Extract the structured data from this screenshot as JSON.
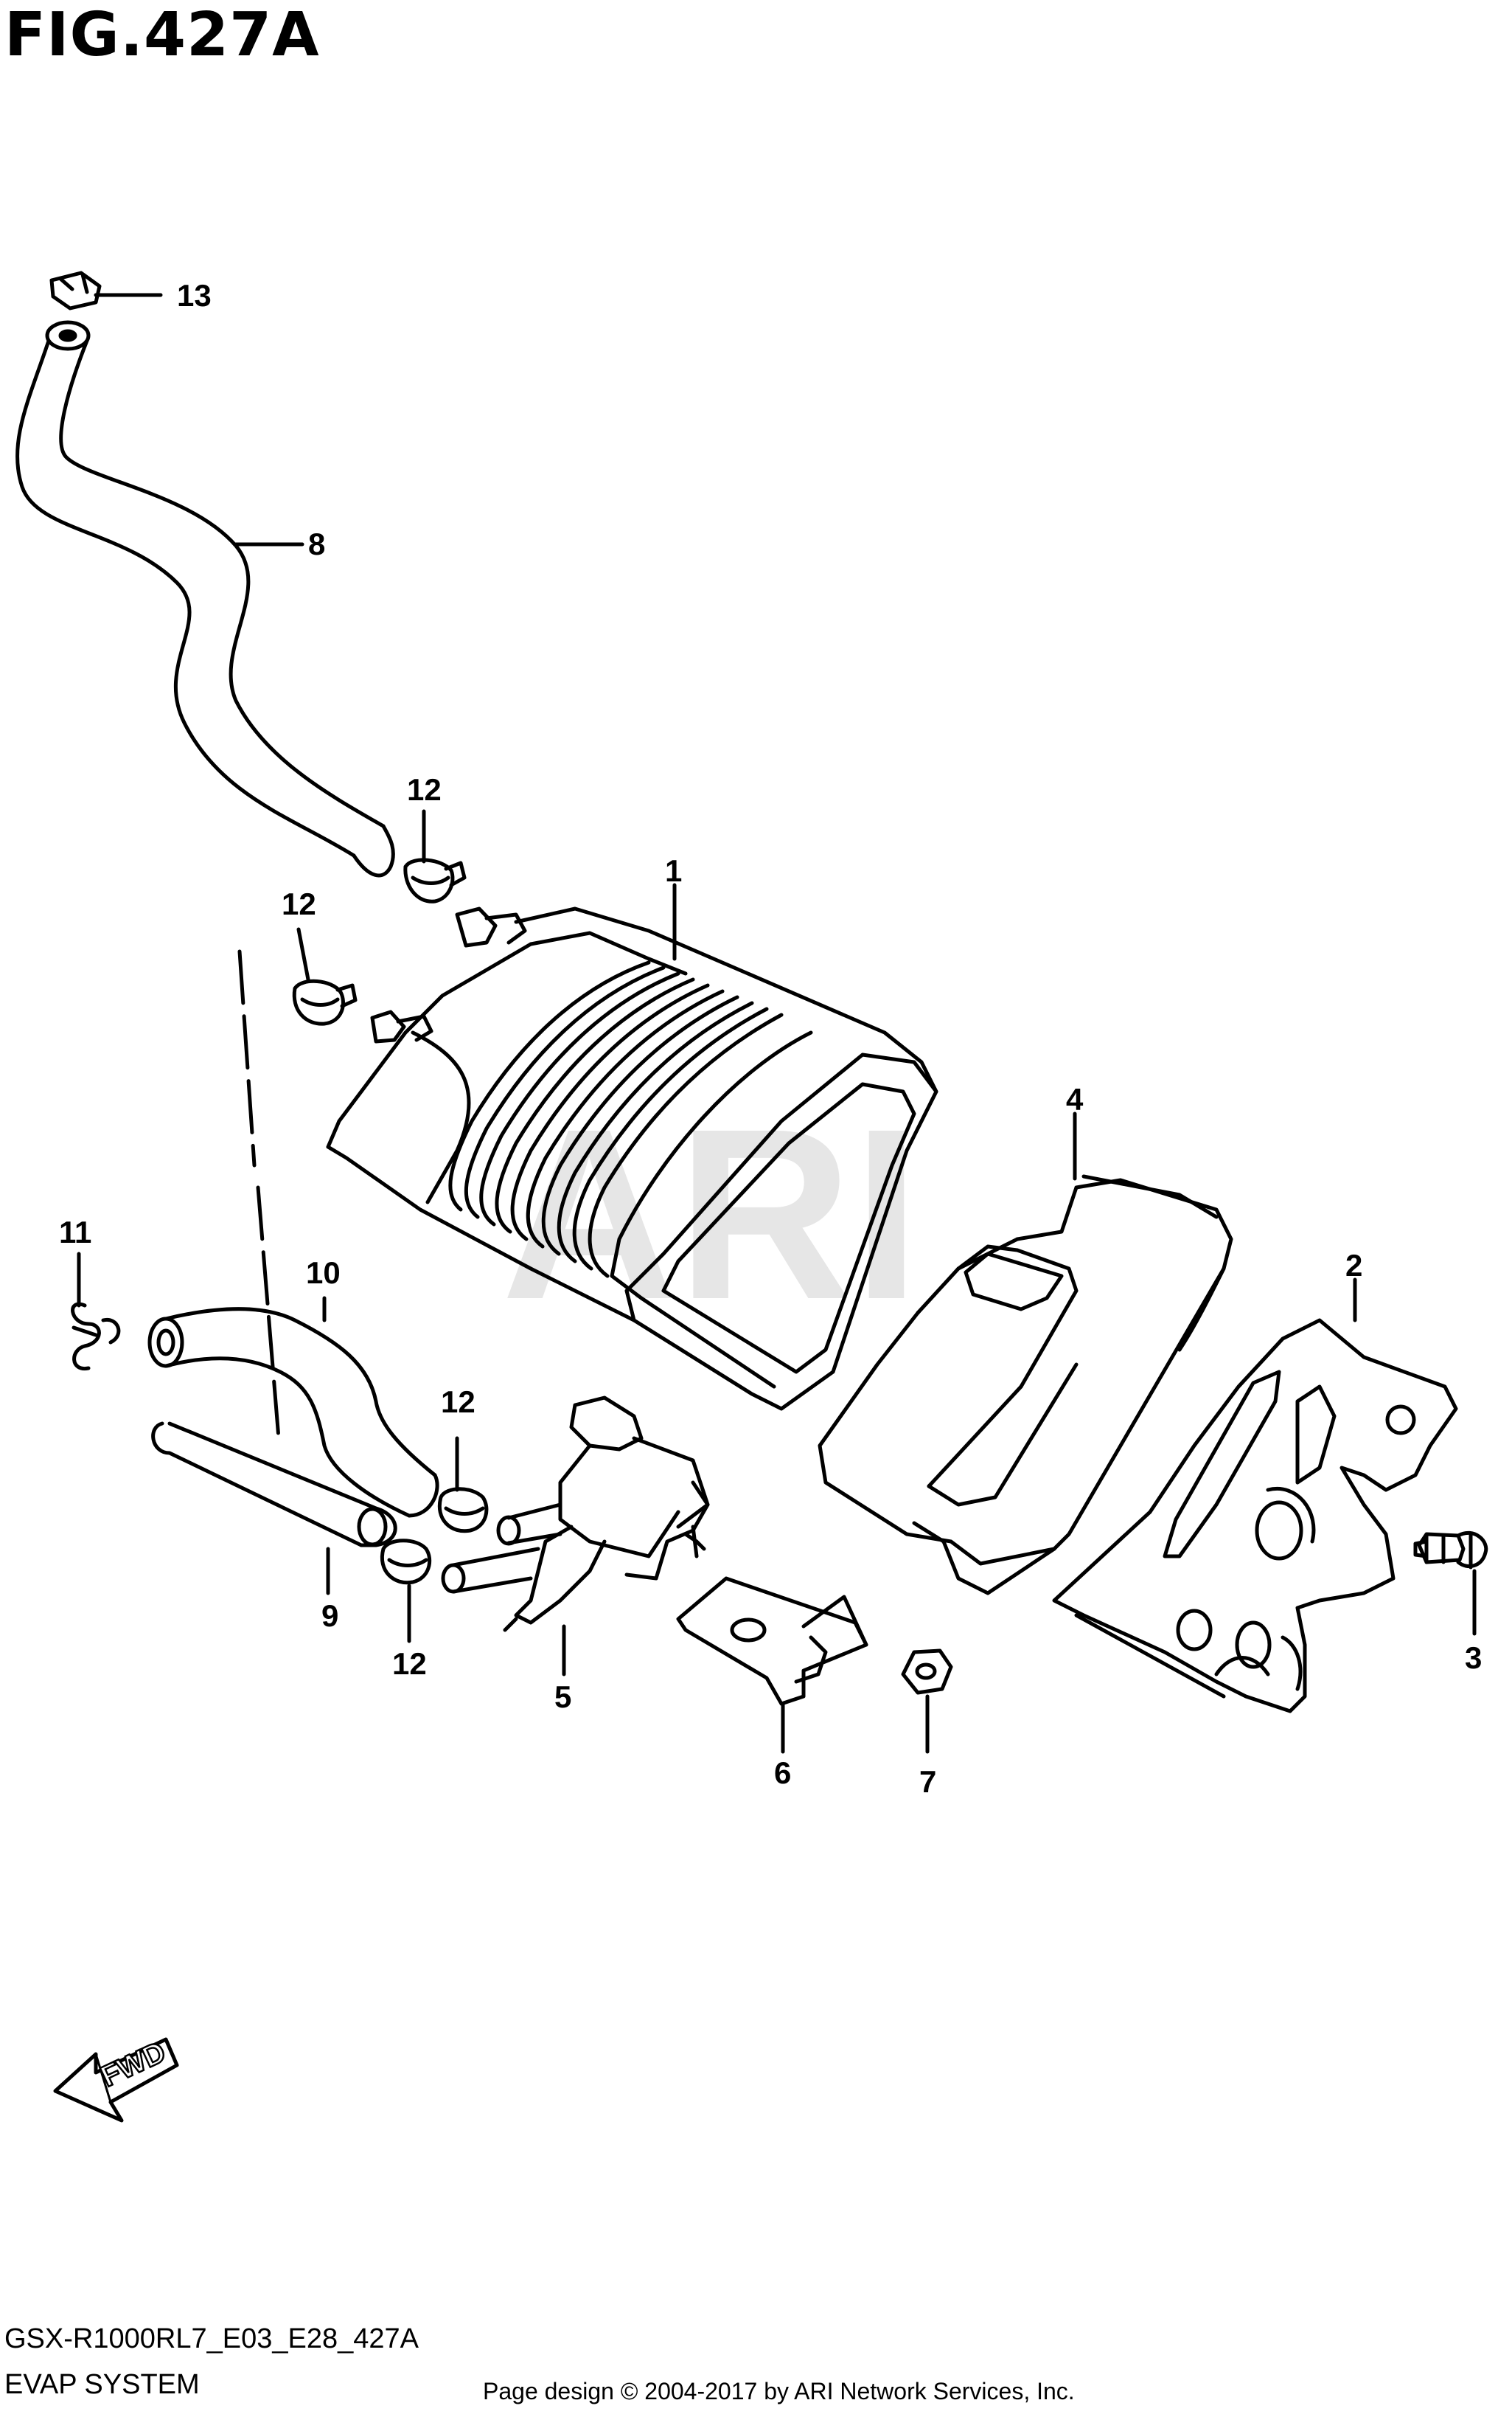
{
  "figure": {
    "title": "FIG.427A",
    "watermark": "ARI",
    "direction_label": "FWD"
  },
  "callouts": {
    "p1": "1",
    "p2": "2",
    "p3": "3",
    "p4": "4",
    "p5": "5",
    "p6": "6",
    "p7": "7",
    "p8": "8",
    "p9": "9",
    "p10": "10",
    "p11": "11",
    "p12a": "12",
    "p12b": "12",
    "p12c": "12",
    "p12d": "12",
    "p13": "13"
  },
  "footer": {
    "model_code": "GSX-R1000RL7_E03_E28_427A",
    "system_name": "EVAP SYSTEM",
    "copyright": "Page design © 2004-2017 by ARI Network Services, Inc."
  },
  "colors": {
    "line": "#000000",
    "background": "#ffffff",
    "watermark": "#e6e6e6"
  }
}
